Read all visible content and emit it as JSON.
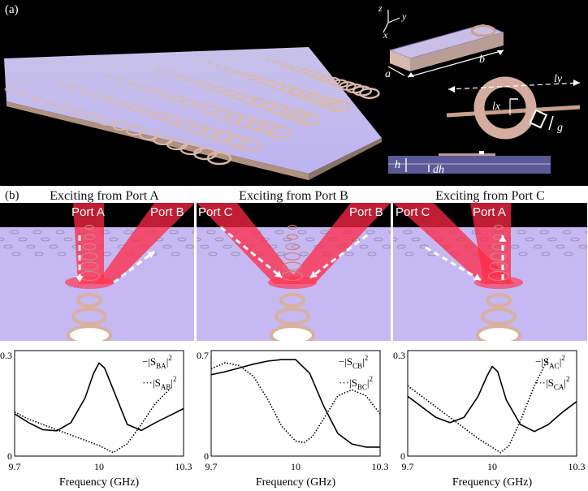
{
  "panel_a": {
    "label": "(a)",
    "axes": {
      "z": "z",
      "y": "y",
      "x": "x"
    },
    "dims": {
      "a": "a",
      "b": "b",
      "ly": "ly",
      "lx": "lx",
      "g": "g",
      "h": "h",
      "dh": "dh"
    }
  },
  "panel_b": {
    "label": "(b)",
    "columns": [
      {
        "title": "Exciting from Port A",
        "port_left": "Port A",
        "port_right": "Port B"
      },
      {
        "title": "Exciting from Port B",
        "port_left": "Port C",
        "port_right": "Port B"
      },
      {
        "title": "Exciting from Port C",
        "port_left": "Port C",
        "port_right": "Port A"
      }
    ]
  },
  "chart_data": [
    {
      "type": "line",
      "xlabel": "Frequency (GHz)",
      "xticks": [
        "9.7",
        "10",
        "10.3"
      ],
      "yticks": [
        "0",
        "0.3"
      ],
      "xlim": [
        9.7,
        10.3
      ],
      "ylim": [
        0,
        0.3
      ],
      "series": [
        {
          "name": "|S_BA|^2",
          "style": "solid",
          "x": [
            9.7,
            9.75,
            9.8,
            9.85,
            9.9,
            9.95,
            9.98,
            10.0,
            10.02,
            10.05,
            10.1,
            10.15,
            10.2,
            10.25,
            10.3
          ],
          "y": [
            0.12,
            0.095,
            0.075,
            0.072,
            0.095,
            0.165,
            0.235,
            0.265,
            0.25,
            0.19,
            0.09,
            0.073,
            0.095,
            0.115,
            0.135
          ]
        },
        {
          "name": "|S_AB|^2",
          "style": "dotted",
          "x": [
            9.7,
            9.75,
            9.8,
            9.85,
            9.9,
            9.95,
            10.0,
            10.05,
            10.1,
            10.15,
            10.2,
            10.25
          ],
          "y": [
            0.125,
            0.105,
            0.09,
            0.075,
            0.06,
            0.045,
            0.03,
            0.01,
            0.035,
            0.09,
            0.15,
            0.19
          ]
        }
      ],
      "legend": {
        "solid": "−|S",
        "solid_sub": "BA",
        "dotted": "···|S",
        "dotted_sub": "AB"
      }
    },
    {
      "type": "line",
      "xlabel": "Frequency (GHz)",
      "xticks": [
        "9.7",
        "10",
        "10.3"
      ],
      "yticks": [
        "0",
        "0.7"
      ],
      "xlim": [
        9.7,
        10.3
      ],
      "ylim": [
        0,
        0.7
      ],
      "series": [
        {
          "name": "|S_CB|^2",
          "style": "solid",
          "x": [
            9.7,
            9.75,
            9.8,
            9.85,
            9.9,
            9.95,
            10.0,
            10.05,
            10.1,
            10.15,
            10.2,
            10.25,
            10.3
          ],
          "y": [
            0.54,
            0.56,
            0.585,
            0.61,
            0.63,
            0.64,
            0.64,
            0.55,
            0.33,
            0.15,
            0.08,
            0.06,
            0.06
          ]
        },
        {
          "name": "|S_BC|^2",
          "style": "dotted",
          "x": [
            9.7,
            9.75,
            9.8,
            9.85,
            9.9,
            9.95,
            10.0,
            10.03,
            10.06,
            10.1,
            10.15,
            10.2,
            10.25,
            10.3
          ],
          "y": [
            0.58,
            0.62,
            0.6,
            0.53,
            0.38,
            0.2,
            0.1,
            0.09,
            0.13,
            0.25,
            0.4,
            0.44,
            0.4,
            0.28
          ]
        }
      ],
      "legend": {
        "solid": "−|S",
        "solid_sub": "CB",
        "dotted": "···|S",
        "dotted_sub": "BC"
      }
    },
    {
      "type": "line",
      "xlabel": "Frequency (GHz)",
      "xticks": [
        "9.7",
        "10",
        "10.3"
      ],
      "yticks": [
        "0",
        "0.3"
      ],
      "xlim": [
        9.7,
        10.3
      ],
      "ylim": [
        0,
        0.3
      ],
      "series": [
        {
          "name": "|S_AC|^2",
          "style": "solid",
          "x": [
            9.7,
            9.75,
            9.8,
            9.85,
            9.9,
            9.95,
            9.98,
            10.0,
            10.02,
            10.05,
            10.1,
            10.15,
            10.2,
            10.25,
            10.3
          ],
          "y": [
            0.17,
            0.14,
            0.11,
            0.095,
            0.11,
            0.17,
            0.225,
            0.255,
            0.24,
            0.16,
            0.09,
            0.07,
            0.09,
            0.125,
            0.155
          ]
        },
        {
          "name": "|S_CA|^2",
          "style": "dotted",
          "x": [
            9.7,
            9.75,
            9.8,
            9.85,
            9.9,
            9.95,
            10.0,
            10.03,
            10.06,
            10.1,
            10.15,
            10.2
          ],
          "y": [
            0.2,
            0.17,
            0.14,
            0.11,
            0.08,
            0.05,
            0.025,
            0.01,
            0.03,
            0.1,
            0.2,
            0.28
          ]
        }
      ],
      "legend": {
        "solid": "−|S",
        "solid_sub": "AC",
        "dotted": "···|S",
        "dotted_sub": "CA"
      }
    }
  ]
}
